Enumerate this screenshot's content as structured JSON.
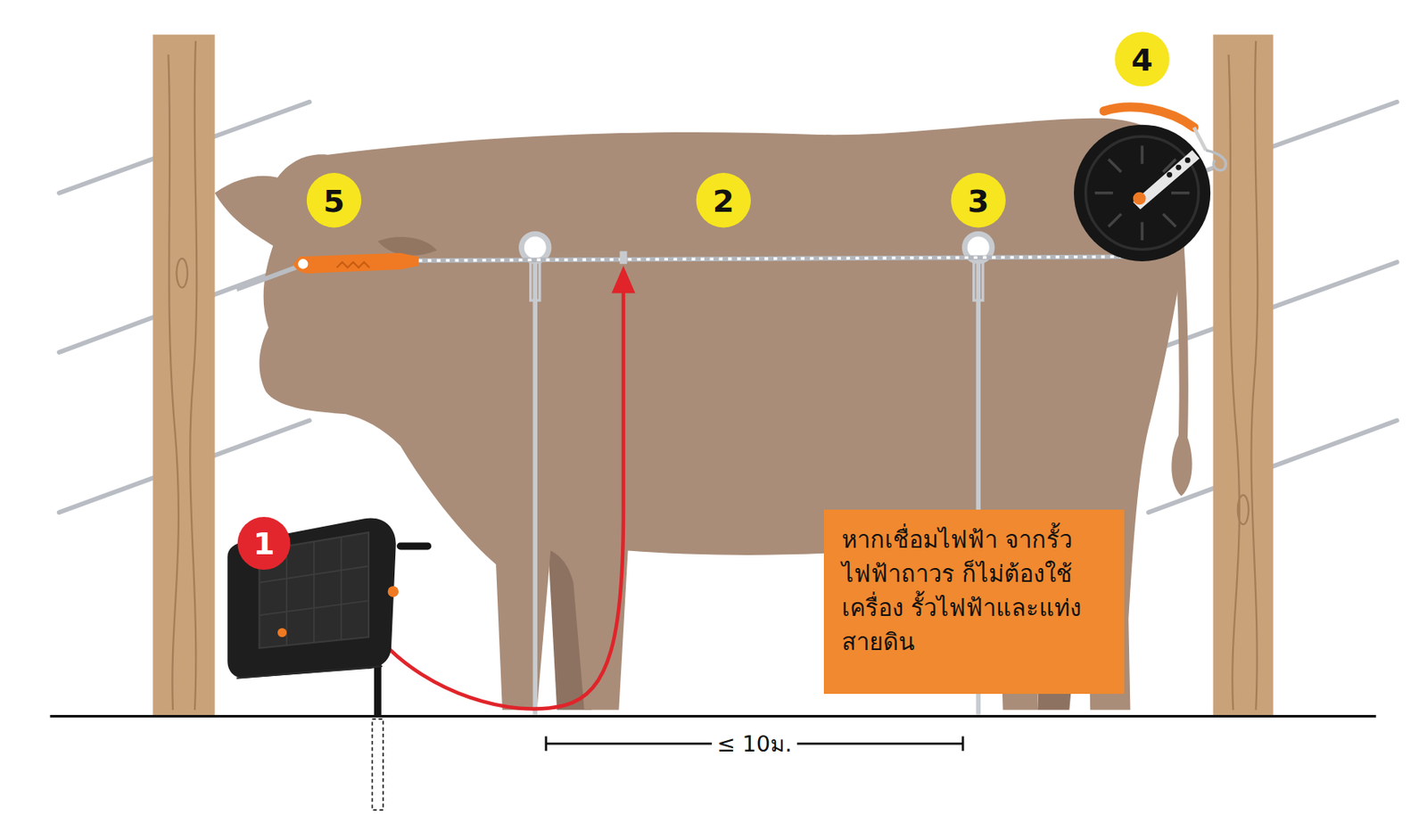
{
  "diagram": {
    "nodes": [
      {
        "text": [
          "หากเชื่อมไฟฟ้า จากรั้วไฟฟ้าถาวร ก็ไม่ต้องใช้เครื่อง รั้วไฟฟ้าและแท่งสายดิน"
        ]
      }
    ],
    "labels": [
      "1",
      "2",
      "3",
      "4",
      "5",
      "≤ 10ม."
    ]
  }
}
